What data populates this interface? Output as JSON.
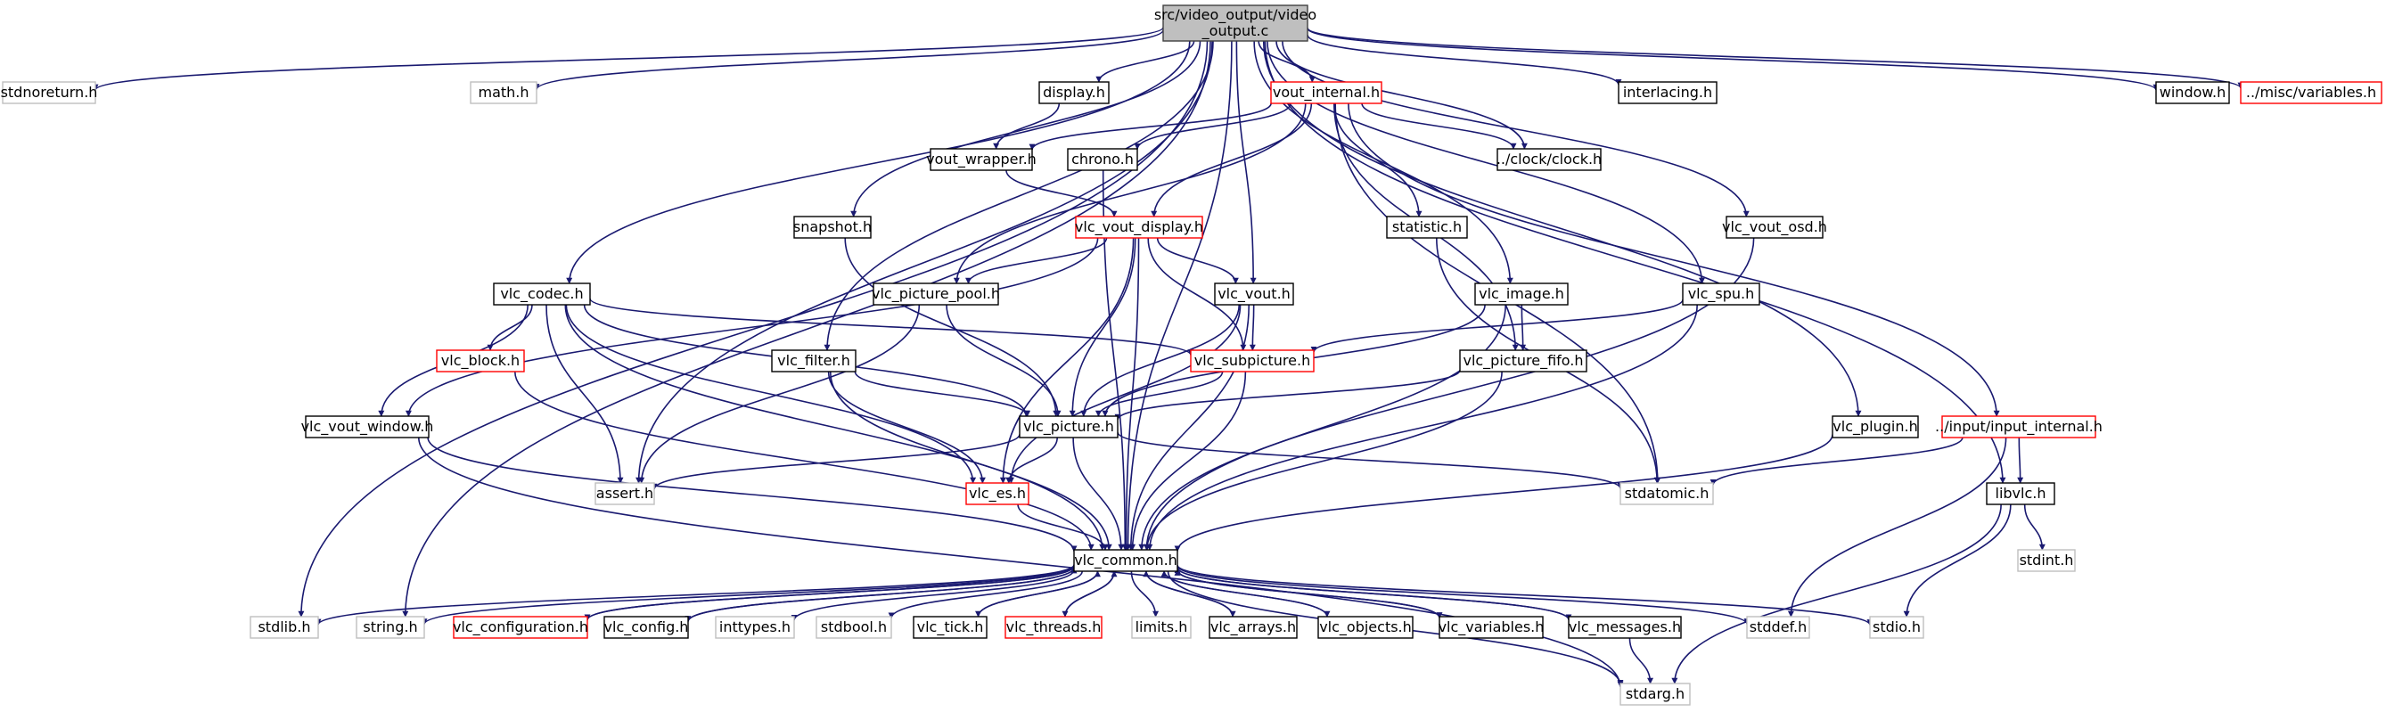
{
  "colors": {
    "edge": "#191970",
    "border_normal": "#000000",
    "border_red": "#ff0000",
    "border_gray": "#bfbfbf",
    "root_fill": "#bfbfbf",
    "node_fill": "#ffffff"
  },
  "nodes": [
    {
      "id": "root",
      "label": [
        "src/video_output/video",
        "_output.c"
      ],
      "style": "root"
    },
    {
      "id": "stdnoreturn",
      "label": [
        "stdnoreturn.h"
      ],
      "style": "gray"
    },
    {
      "id": "math",
      "label": [
        "math.h"
      ],
      "style": "gray"
    },
    {
      "id": "display",
      "label": [
        "display.h"
      ],
      "style": "normal"
    },
    {
      "id": "vout_internal",
      "label": [
        "vout_internal.h"
      ],
      "style": "red"
    },
    {
      "id": "interlacing",
      "label": [
        "interlacing.h"
      ],
      "style": "normal"
    },
    {
      "id": "window",
      "label": [
        "window.h"
      ],
      "style": "normal"
    },
    {
      "id": "misc_variables",
      "label": [
        "../misc/variables.h"
      ],
      "style": "red"
    },
    {
      "id": "vout_wrapper",
      "label": [
        "vout_wrapper.h"
      ],
      "style": "normal"
    },
    {
      "id": "chrono",
      "label": [
        "chrono.h"
      ],
      "style": "normal"
    },
    {
      "id": "clock",
      "label": [
        "../clock/clock.h"
      ],
      "style": "normal"
    },
    {
      "id": "snapshot",
      "label": [
        "snapshot.h"
      ],
      "style": "normal"
    },
    {
      "id": "vlc_vout_display",
      "label": [
        "vlc_vout_display.h"
      ],
      "style": "red"
    },
    {
      "id": "statistic",
      "label": [
        "statistic.h"
      ],
      "style": "normal"
    },
    {
      "id": "vlc_vout_osd",
      "label": [
        "vlc_vout_osd.h"
      ],
      "style": "normal"
    },
    {
      "id": "vlc_codec",
      "label": [
        "vlc_codec.h"
      ],
      "style": "normal"
    },
    {
      "id": "vlc_picture_pool",
      "label": [
        "vlc_picture_pool.h"
      ],
      "style": "normal"
    },
    {
      "id": "vlc_vout",
      "label": [
        "vlc_vout.h"
      ],
      "style": "normal"
    },
    {
      "id": "vlc_image",
      "label": [
        "vlc_image.h"
      ],
      "style": "normal"
    },
    {
      "id": "vlc_spu",
      "label": [
        "vlc_spu.h"
      ],
      "style": "normal"
    },
    {
      "id": "vlc_block",
      "label": [
        "vlc_block.h"
      ],
      "style": "red"
    },
    {
      "id": "vlc_filter",
      "label": [
        "vlc_filter.h"
      ],
      "style": "normal"
    },
    {
      "id": "vlc_subpicture",
      "label": [
        "vlc_subpicture.h"
      ],
      "style": "red"
    },
    {
      "id": "vlc_picture_fifo",
      "label": [
        "vlc_picture_fifo.h"
      ],
      "style": "normal"
    },
    {
      "id": "vlc_vout_window",
      "label": [
        "vlc_vout_window.h"
      ],
      "style": "normal"
    },
    {
      "id": "vlc_picture",
      "label": [
        "vlc_picture.h"
      ],
      "style": "normal"
    },
    {
      "id": "vlc_plugin",
      "label": [
        "vlc_plugin.h"
      ],
      "style": "normal"
    },
    {
      "id": "input_internal",
      "label": [
        "../input/input_internal.h"
      ],
      "style": "red"
    },
    {
      "id": "assert",
      "label": [
        "assert.h"
      ],
      "style": "gray"
    },
    {
      "id": "vlc_es",
      "label": [
        "vlc_es.h"
      ],
      "style": "red"
    },
    {
      "id": "stdatomic",
      "label": [
        "stdatomic.h"
      ],
      "style": "gray"
    },
    {
      "id": "libvlc",
      "label": [
        "libvlc.h"
      ],
      "style": "normal"
    },
    {
      "id": "vlc_common",
      "label": [
        "vlc_common.h"
      ],
      "style": "normal"
    },
    {
      "id": "stdint",
      "label": [
        "stdint.h"
      ],
      "style": "gray"
    },
    {
      "id": "stdlib",
      "label": [
        "stdlib.h"
      ],
      "style": "gray"
    },
    {
      "id": "string",
      "label": [
        "string.h"
      ],
      "style": "gray"
    },
    {
      "id": "vlc_configuration",
      "label": [
        "vlc_configuration.h"
      ],
      "style": "red"
    },
    {
      "id": "vlc_config",
      "label": [
        "vlc_config.h"
      ],
      "style": "normal"
    },
    {
      "id": "inttypes",
      "label": [
        "inttypes.h"
      ],
      "style": "gray"
    },
    {
      "id": "stdbool",
      "label": [
        "stdbool.h"
      ],
      "style": "gray"
    },
    {
      "id": "vlc_tick",
      "label": [
        "vlc_tick.h"
      ],
      "style": "normal"
    },
    {
      "id": "vlc_threads",
      "label": [
        "vlc_threads.h"
      ],
      "style": "red"
    },
    {
      "id": "limits",
      "label": [
        "limits.h"
      ],
      "style": "gray"
    },
    {
      "id": "vlc_arrays",
      "label": [
        "vlc_arrays.h"
      ],
      "style": "normal"
    },
    {
      "id": "vlc_objects",
      "label": [
        "vlc_objects.h"
      ],
      "style": "normal"
    },
    {
      "id": "vlc_variables",
      "label": [
        "vlc_variables.h"
      ],
      "style": "normal"
    },
    {
      "id": "vlc_messages",
      "label": [
        "vlc_messages.h"
      ],
      "style": "normal"
    },
    {
      "id": "stddef",
      "label": [
        "stddef.h"
      ],
      "style": "gray"
    },
    {
      "id": "stdio",
      "label": [
        "stdio.h"
      ],
      "style": "gray"
    },
    {
      "id": "stdarg",
      "label": [
        "stdarg.h"
      ],
      "style": "gray"
    }
  ],
  "edges": [
    [
      "root",
      "stdnoreturn"
    ],
    [
      "root",
      "math"
    ],
    [
      "root",
      "display"
    ],
    [
      "root",
      "vout_internal"
    ],
    [
      "root",
      "interlacing"
    ],
    [
      "root",
      "window"
    ],
    [
      "root",
      "misc_variables"
    ],
    [
      "root",
      "clock"
    ],
    [
      "root",
      "snapshot"
    ],
    [
      "root",
      "vlc_vout"
    ],
    [
      "root",
      "vlc_vout_osd"
    ],
    [
      "root",
      "vlc_codec"
    ],
    [
      "root",
      "vlc_image"
    ],
    [
      "root",
      "vlc_spu"
    ],
    [
      "root",
      "vlc_filter"
    ],
    [
      "root",
      "vlc_plugin"
    ],
    [
      "root",
      "libvlc"
    ],
    [
      "root",
      "assert"
    ],
    [
      "root",
      "stdlib"
    ],
    [
      "root",
      "string"
    ],
    [
      "root",
      "vlc_common"
    ],
    [
      "display",
      "vout_wrapper"
    ],
    [
      "vout_internal",
      "vout_wrapper"
    ],
    [
      "vout_internal",
      "chrono"
    ],
    [
      "vout_internal",
      "clock"
    ],
    [
      "vout_internal",
      "vlc_vout_display"
    ],
    [
      "vout_internal",
      "vlc_picture_pool"
    ],
    [
      "vout_internal",
      "statistic"
    ],
    [
      "vout_internal",
      "vlc_picture_fifo"
    ],
    [
      "vout_internal",
      "stdatomic"
    ],
    [
      "vout_internal",
      "input_internal"
    ],
    [
      "vout_wrapper",
      "vlc_vout_display"
    ],
    [
      "chrono",
      "vlc_common"
    ],
    [
      "snapshot",
      "vlc_picture"
    ],
    [
      "vlc_vout_display",
      "vlc_vout_window"
    ],
    [
      "vlc_vout_display",
      "vlc_picture_pool"
    ],
    [
      "vlc_vout_display",
      "vlc_vout"
    ],
    [
      "vlc_vout_display",
      "vlc_subpicture"
    ],
    [
      "vlc_vout_display",
      "vlc_picture"
    ],
    [
      "vlc_vout_display",
      "vlc_es"
    ],
    [
      "vlc_vout_display",
      "vlc_common"
    ],
    [
      "statistic",
      "stdatomic"
    ],
    [
      "vlc_vout_osd",
      "vlc_common"
    ],
    [
      "vlc_codec",
      "vlc_block"
    ],
    [
      "vlc_codec",
      "vlc_vout_window"
    ],
    [
      "vlc_codec",
      "vlc_subpicture"
    ],
    [
      "vlc_codec",
      "vlc_picture"
    ],
    [
      "vlc_codec",
      "vlc_es"
    ],
    [
      "vlc_codec",
      "assert"
    ],
    [
      "vlc_codec",
      "vlc_common"
    ],
    [
      "vlc_picture_pool",
      "vlc_picture"
    ],
    [
      "vlc_picture_pool",
      "assert"
    ],
    [
      "vlc_vout",
      "vlc_subpicture"
    ],
    [
      "vlc_vout",
      "vlc_picture"
    ],
    [
      "vlc_vout",
      "vlc_es"
    ],
    [
      "vlc_vout",
      "vlc_common"
    ],
    [
      "vlc_image",
      "vlc_picture_fifo"
    ],
    [
      "vlc_image",
      "vlc_picture"
    ],
    [
      "vlc_image",
      "vlc_common"
    ],
    [
      "vlc_spu",
      "vlc_subpicture"
    ],
    [
      "vlc_spu",
      "vlc_common"
    ],
    [
      "vlc_block",
      "vlc_common"
    ],
    [
      "vlc_filter",
      "vlc_picture"
    ],
    [
      "vlc_filter",
      "vlc_es"
    ],
    [
      "vlc_filter",
      "vlc_common"
    ],
    [
      "vlc_subpicture",
      "vlc_picture"
    ],
    [
      "vlc_subpicture",
      "vlc_common"
    ],
    [
      "vlc_picture_fifo",
      "vlc_picture"
    ],
    [
      "vlc_picture_fifo",
      "vlc_common"
    ],
    [
      "vlc_vout_window",
      "vlc_common"
    ],
    [
      "vlc_vout_window",
      "stdarg"
    ],
    [
      "vlc_picture",
      "assert"
    ],
    [
      "vlc_picture",
      "vlc_es"
    ],
    [
      "vlc_picture",
      "stdatomic"
    ],
    [
      "vlc_picture",
      "vlc_common"
    ],
    [
      "vlc_plugin",
      "vlc_common"
    ],
    [
      "input_internal",
      "stdatomic"
    ],
    [
      "input_internal",
      "libvlc"
    ],
    [
      "input_internal",
      "stddef"
    ],
    [
      "vlc_es",
      "vlc_common"
    ],
    [
      "libvlc",
      "stdint"
    ],
    [
      "libvlc",
      "stdio"
    ],
    [
      "libvlc",
      "stdarg"
    ],
    [
      "vlc_common",
      "stdlib"
    ],
    [
      "vlc_common",
      "string"
    ],
    [
      "vlc_common",
      "vlc_configuration"
    ],
    [
      "vlc_common",
      "vlc_config"
    ],
    [
      "vlc_common",
      "inttypes"
    ],
    [
      "vlc_common",
      "stdbool"
    ],
    [
      "vlc_common",
      "vlc_tick"
    ],
    [
      "vlc_common",
      "vlc_threads"
    ],
    [
      "vlc_common",
      "limits"
    ],
    [
      "vlc_common",
      "vlc_arrays"
    ],
    [
      "vlc_common",
      "vlc_objects"
    ],
    [
      "vlc_common",
      "vlc_variables"
    ],
    [
      "vlc_common",
      "vlc_messages"
    ],
    [
      "vlc_common",
      "stddef"
    ],
    [
      "vlc_common",
      "stdio"
    ],
    [
      "vlc_common",
      "stdarg"
    ],
    [
      "vlc_configuration",
      "vlc_common"
    ],
    [
      "vlc_config",
      "vlc_common"
    ],
    [
      "vlc_tick",
      "vlc_common"
    ],
    [
      "vlc_threads",
      "vlc_common"
    ],
    [
      "vlc_arrays",
      "vlc_common"
    ],
    [
      "vlc_objects",
      "vlc_common"
    ],
    [
      "vlc_variables",
      "vlc_common"
    ],
    [
      "vlc_messages",
      "vlc_common"
    ],
    [
      "vlc_messages",
      "stdarg"
    ]
  ]
}
